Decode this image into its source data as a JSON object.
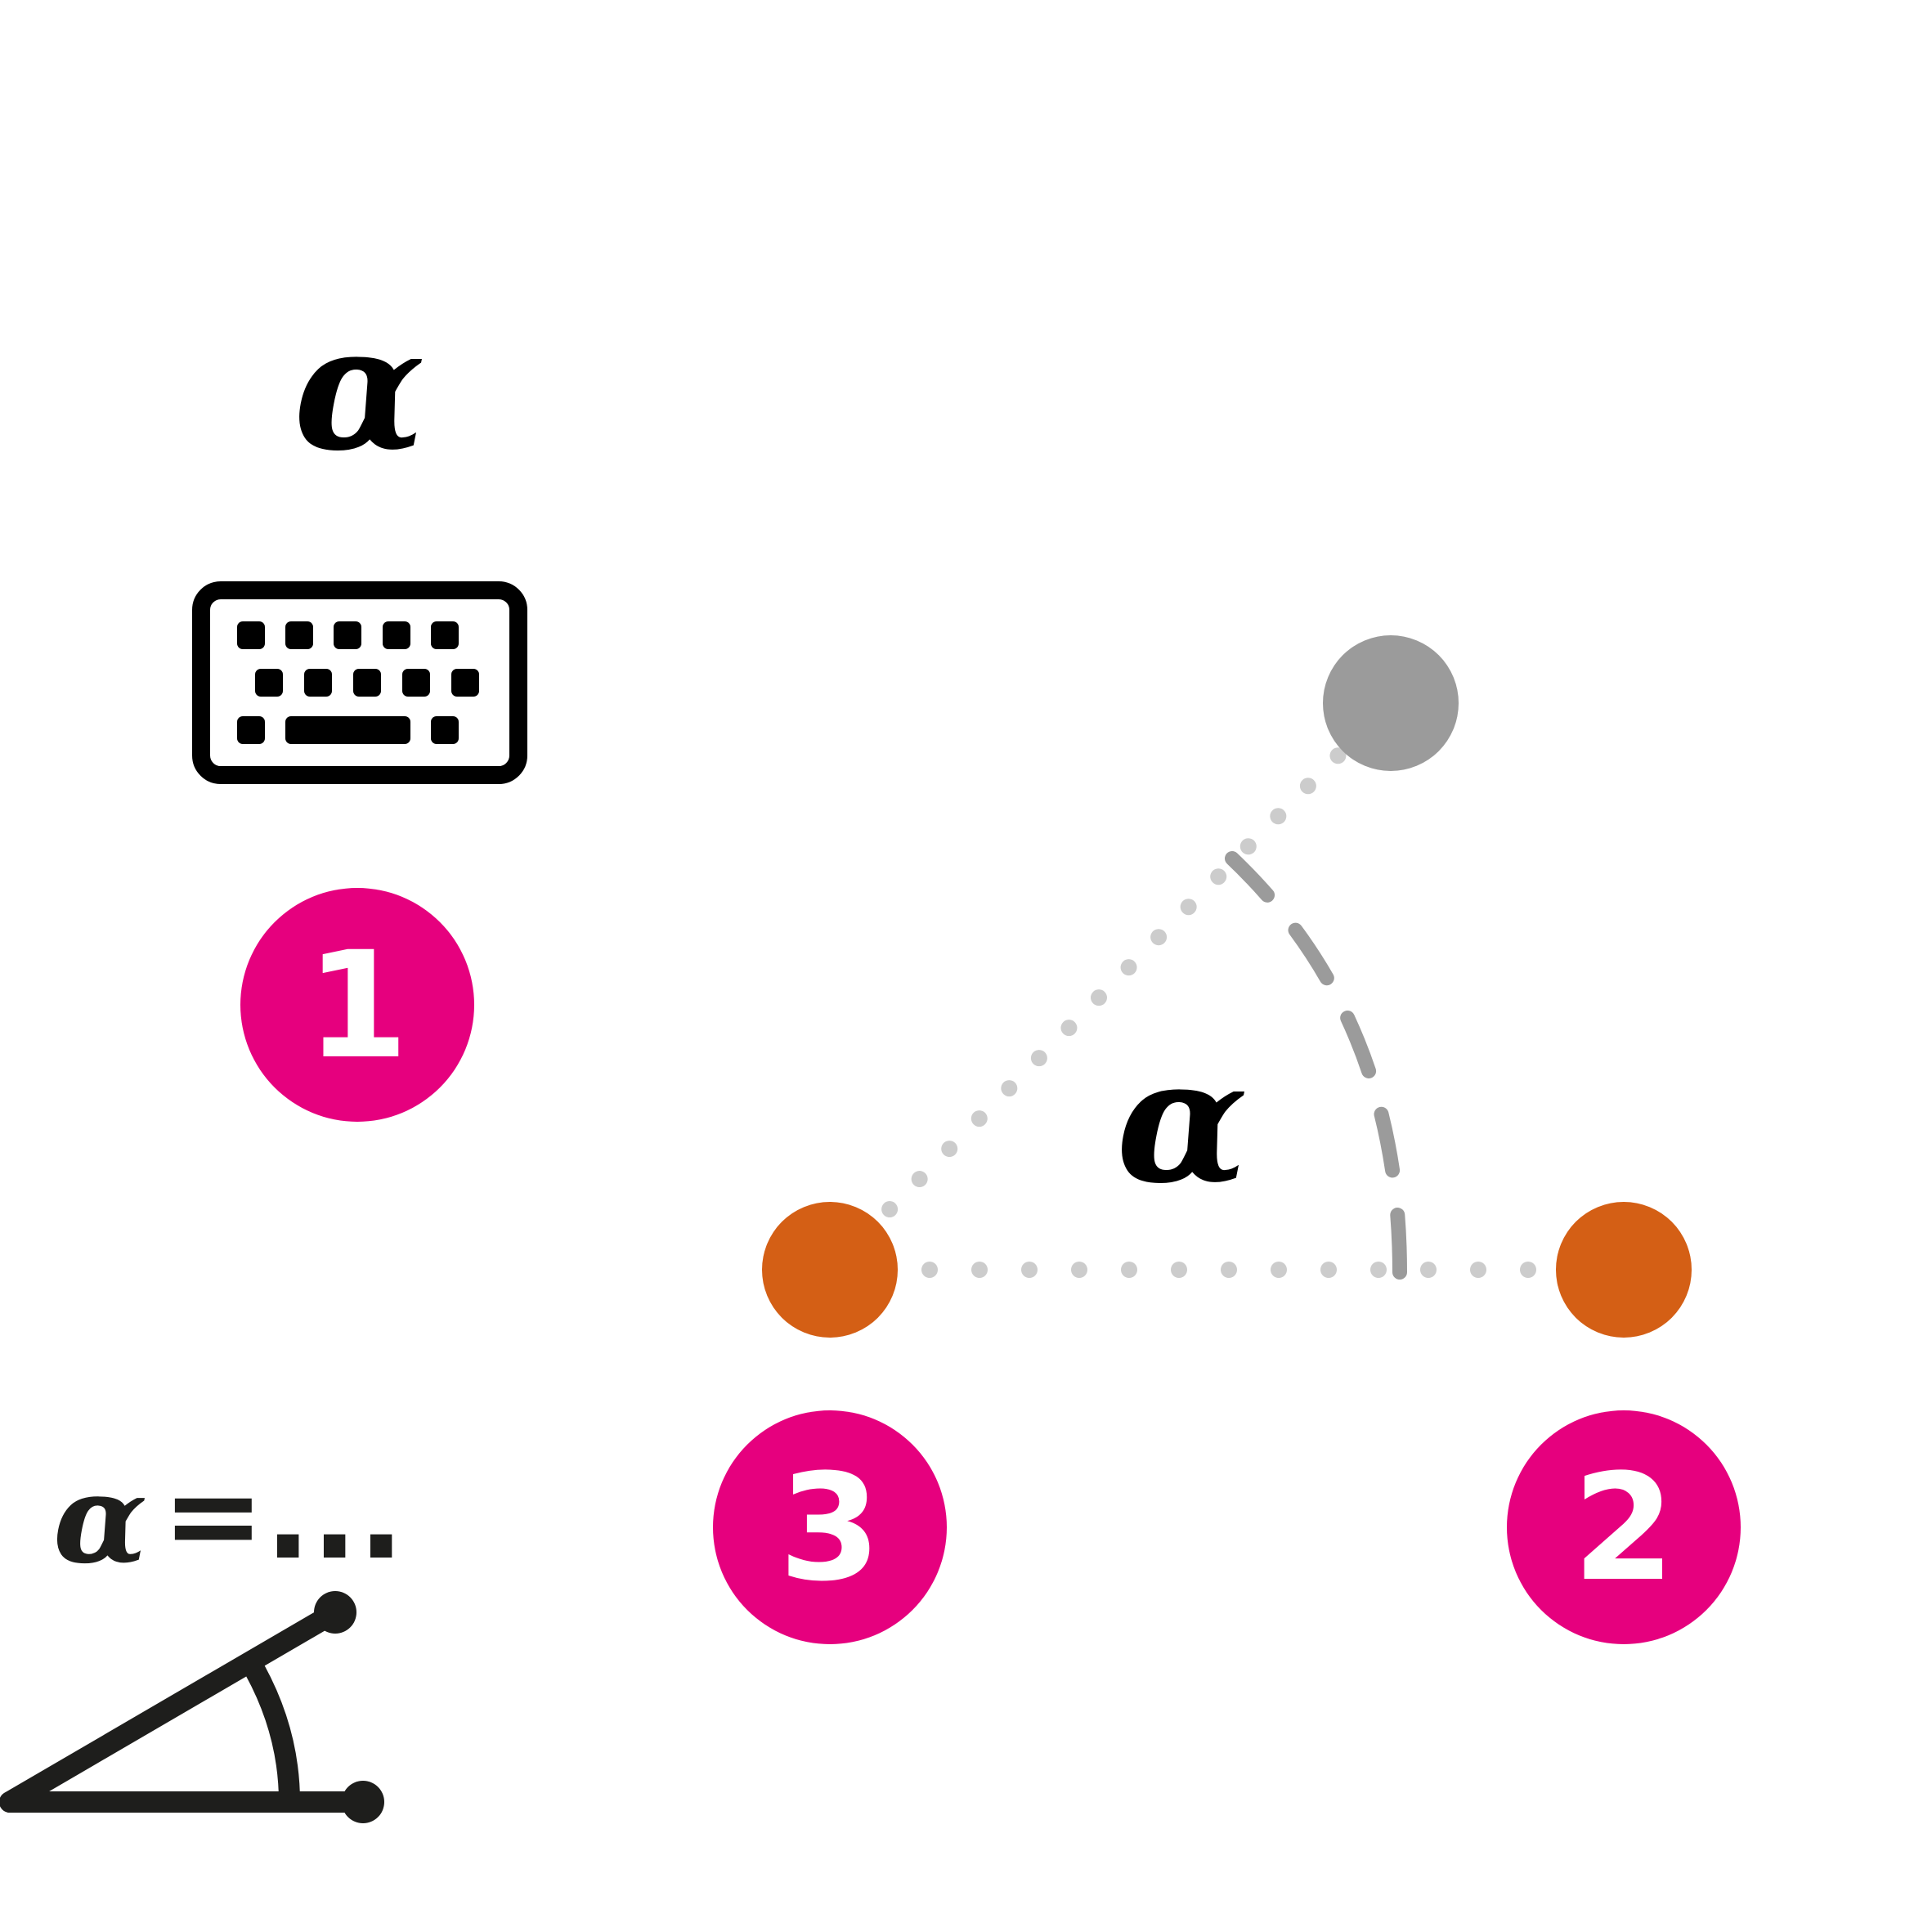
{
  "instruction": {
    "symbol": "α",
    "step_numbers": [
      "1",
      "2",
      "3"
    ]
  },
  "tool": {
    "icon": "angle-with-given-size-icon",
    "label_symbol": "α",
    "label_rest": "=..."
  },
  "colors": {
    "badge": "#E6007E",
    "point_selected": "#D45F15",
    "point_new": "#9B9B9B",
    "dotted_line": "#CCCCCC",
    "dashed_arc": "#9B9B9B",
    "text": "#000000",
    "icon": "#1E1E1C"
  },
  "diagram": {
    "angle_label": "α"
  }
}
